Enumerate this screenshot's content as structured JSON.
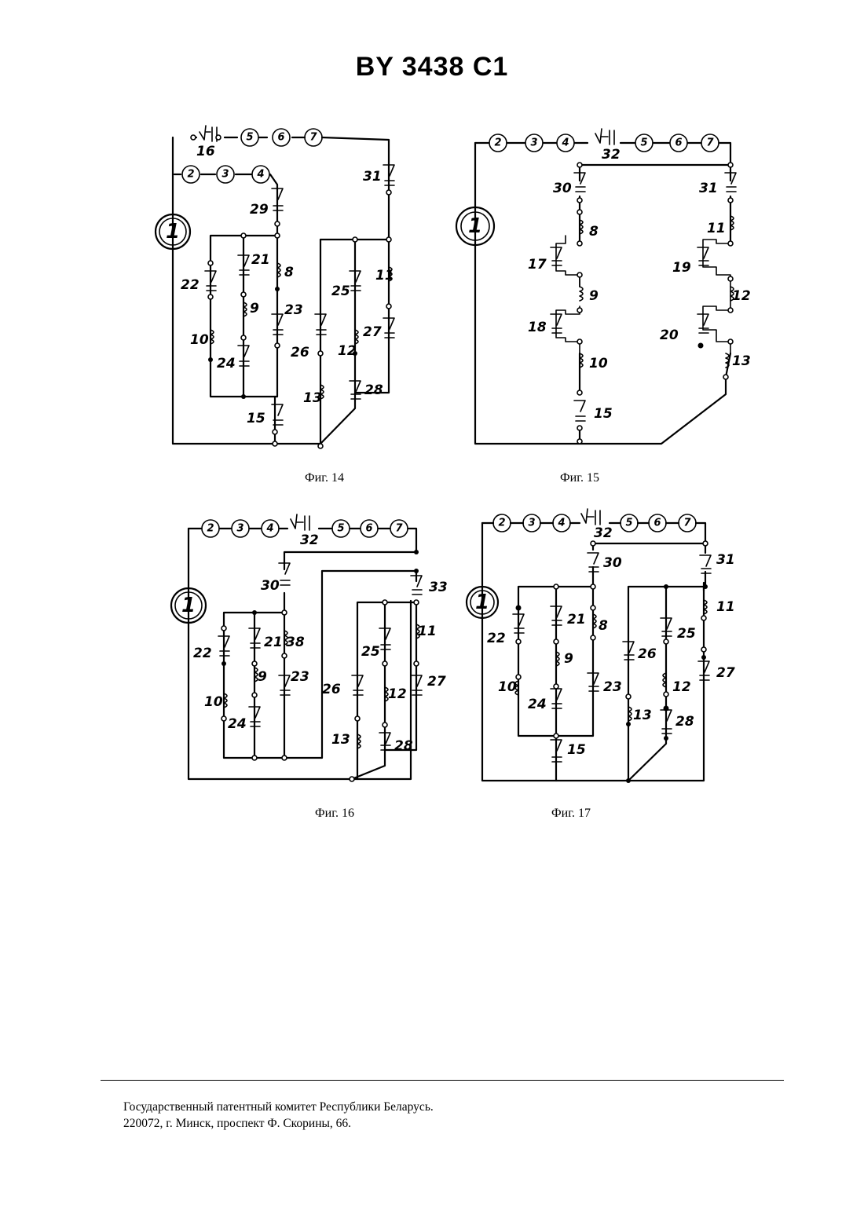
{
  "header": {
    "title": "BY  3438  C1"
  },
  "figures": [
    {
      "caption": "Фиг. 14",
      "circles": [
        "1",
        "5",
        "6",
        "7",
        "2",
        "3",
        "4"
      ],
      "labels": [
        "16",
        "29",
        "31",
        "21",
        "8",
        "22",
        "9",
        "23",
        "25",
        "11",
        "26",
        "27",
        "10",
        "24",
        "12",
        "13",
        "28",
        "15"
      ]
    },
    {
      "caption": "Фиг. 15",
      "circles": [
        "1",
        "2",
        "3",
        "4",
        "5",
        "6",
        "7"
      ],
      "labels": [
        "32",
        "30",
        "31",
        "8",
        "11",
        "17",
        "19",
        "9",
        "12",
        "18",
        "20",
        "10",
        "13",
        "15"
      ]
    },
    {
      "caption": "Фиг. 16",
      "circles": [
        "1",
        "2",
        "3",
        "4",
        "5",
        "6",
        "7"
      ],
      "labels": [
        "32",
        "30",
        "33",
        "21",
        "38",
        "11",
        "22",
        "25",
        "9",
        "23",
        "26",
        "27",
        "12",
        "10",
        "24",
        "13",
        "28"
      ]
    },
    {
      "caption": "Фиг. 17",
      "circles": [
        "1",
        "2",
        "3",
        "4",
        "5",
        "6",
        "7"
      ],
      "labels": [
        "32",
        "30",
        "31",
        "22",
        "21",
        "8",
        "25",
        "11",
        "9",
        "26",
        "23",
        "27",
        "12",
        "10",
        "24",
        "13",
        "28",
        "15"
      ]
    }
  ],
  "footer": {
    "line1": "Государственный патентный комитет Республики Беларусь.",
    "line2": "220072, г. Минск, проспект Ф. Скорины, 66."
  }
}
